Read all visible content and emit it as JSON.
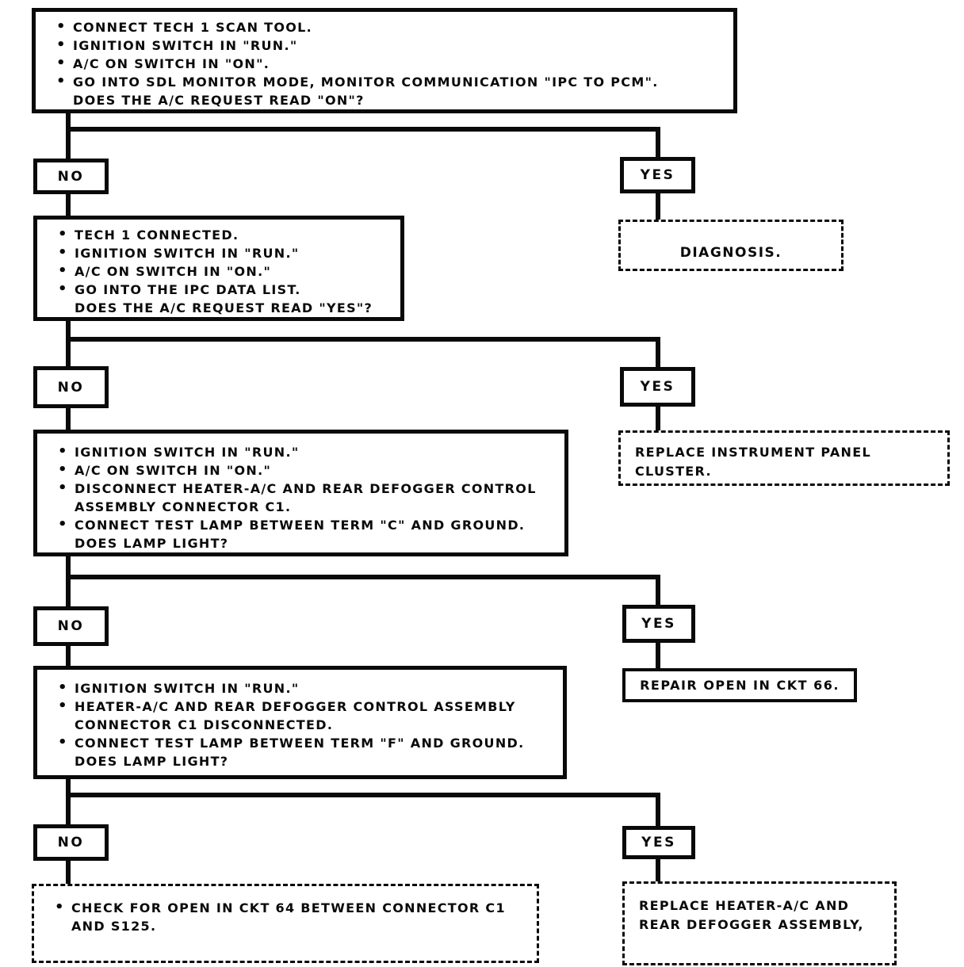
{
  "decision_labels": {
    "no": "NO",
    "yes": "YES"
  },
  "nodes": {
    "step1": {
      "lines": [
        "CONNECT TECH 1 SCAN TOOL.",
        "IGNITION SWITCH IN \"RUN.\"",
        "A/C ON SWITCH IN \"ON\".",
        "GO INTO SDL MONITOR MODE, MONITOR COMMUNICATION \"IPC TO PCM\".",
        "DOES THE A/C REQUEST READ \"ON\"?"
      ]
    },
    "step2": {
      "lines": [
        "TECH 1 CONNECTED.",
        "IGNITION SWITCH IN \"RUN.\"",
        "A/C ON SWITCH IN \"ON.\"",
        "GO INTO THE IPC DATA LIST.",
        "DOES THE A/C REQUEST READ \"YES\"?"
      ]
    },
    "diagnosis": {
      "text": "DIAGNOSIS."
    },
    "step3": {
      "lines": [
        "IGNITION SWITCH IN \"RUN.\"",
        "A/C ON SWITCH IN \"ON.\"",
        "DISCONNECT HEATER-A/C AND REAR DEFOGGER CONTROL",
        "ASSEMBLY CONNECTOR C1.",
        "CONNECT TEST LAMP BETWEEN TERM \"C\" AND GROUND.",
        "DOES LAMP LIGHT?"
      ]
    },
    "replace_cluster": {
      "lines": [
        "REPLACE INSTRUMENT PANEL",
        "CLUSTER."
      ]
    },
    "step4": {
      "lines": [
        "IGNITION SWITCH IN \"RUN.\"",
        "HEATER-A/C AND REAR DEFOGGER CONTROL ASSEMBLY",
        "CONNECTOR C1 DISCONNECTED.",
        "CONNECT TEST LAMP BETWEEN TERM \"F\" AND GROUND.",
        "DOES LAMP LIGHT?"
      ]
    },
    "repair_open": {
      "text": "REPAIR OPEN IN CKT 66."
    },
    "check_open": {
      "lines": [
        "CHECK FOR OPEN IN CKT 64 BETWEEN CONNECTOR C1",
        "AND S125."
      ]
    },
    "replace_heater": {
      "lines": [
        "REPLACE HEATER-A/C AND",
        "REAR DEFOGGER ASSEMBLY,"
      ]
    }
  },
  "colors": {
    "ink": "#0a0a0a",
    "paper": "#ffffff"
  }
}
